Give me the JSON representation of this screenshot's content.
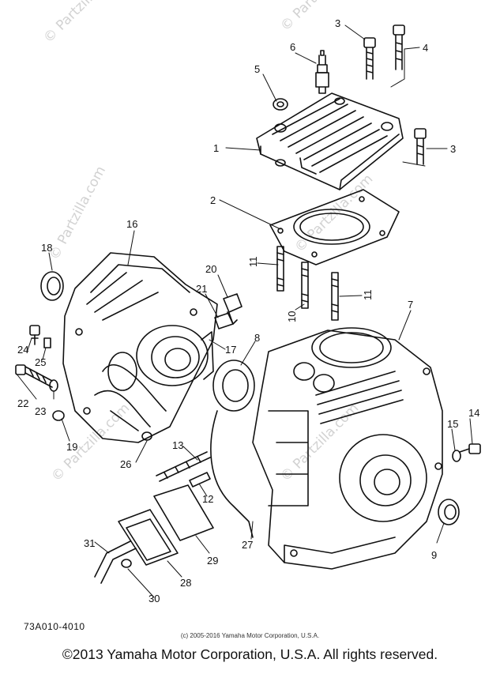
{
  "watermark": "© Partzilla.com",
  "diagram_code": "73A010-4010",
  "copyright_small": "(c) 2005-2016 Yamaha Motor Corporation, U.S.A.",
  "copyright_main": "©2013 Yamaha Motor Corporation, U.S.A. All rights reserved.",
  "callouts": [
    "1",
    "2",
    "3",
    "3",
    "4",
    "5",
    "6",
    "7",
    "8",
    "9",
    "10",
    "11",
    "11",
    "12",
    "13",
    "14",
    "15",
    "16",
    "17",
    "18",
    "19",
    "20",
    "21",
    "22",
    "23",
    "24",
    "25",
    "26",
    "27",
    "28",
    "29",
    "30",
    "31"
  ],
  "colors": {
    "ink": "#111111",
    "watermark": "#d2d2d2",
    "background": "#ffffff"
  }
}
